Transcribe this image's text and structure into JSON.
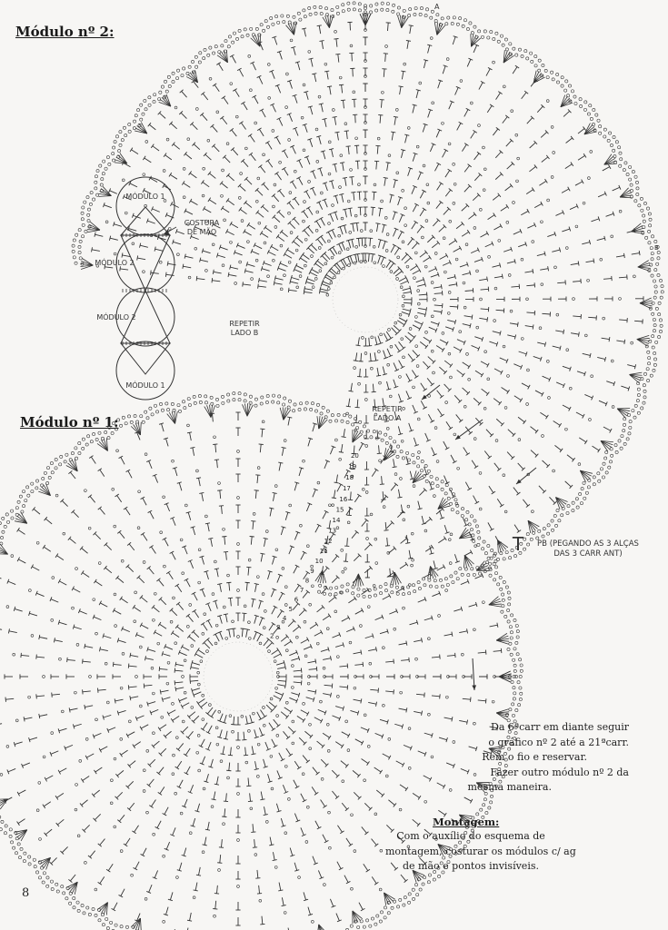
{
  "page_number": "8",
  "marker_a": "A",
  "marker_b": "B",
  "module2": {
    "title": "Módulo nº 2:",
    "repeat_b": [
      "REPETIR",
      "LADO B"
    ],
    "repeat_a": [
      "REPETIR",
      "LADO A"
    ]
  },
  "module1": {
    "title": "Módulo nº 1:"
  },
  "assembly_scheme": {
    "circles": [
      "MÓDULO 1",
      "MÓDULO 2",
      "MÓDULO 2",
      "MÓDULO 1"
    ],
    "seam_label": [
      "COSTURA",
      "DE MÃO"
    ]
  },
  "legend": {
    "symbol": "T",
    "text": [
      "PB (PEGANDO AS 3 ALÇAS",
      "DAS 3 CARR ANT)"
    ]
  },
  "row_numbers": [
    "2",
    "3",
    "4",
    "5",
    "6",
    "7",
    "8",
    "9",
    "10",
    "11",
    "12",
    "13",
    "14",
    "15",
    "16",
    "17",
    "18",
    "19",
    "20"
  ],
  "instructions": [
    "Da 6ªcarr em diante seguir",
    "o gráfico nº 2 até a 21ªcarr.",
    "Rem o fio e reservar.",
    "Fazer outro módulo nº 2 da",
    "mesma maneira."
  ],
  "montagem": {
    "title": "Montagem:",
    "lines": [
      "Com o auxílio do esquema de",
      "montagem, costurar os módulos c/ ag",
      "de mão e pontos invisíveis."
    ]
  }
}
